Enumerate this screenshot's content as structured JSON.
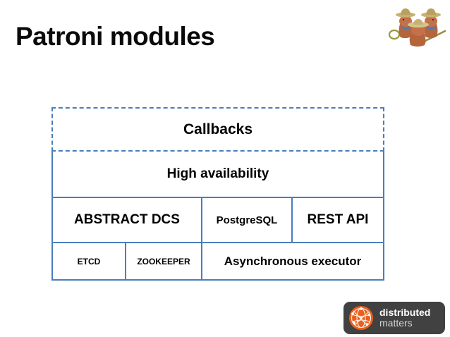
{
  "slide": {
    "title": "Patroni modules",
    "background_color": "#ffffff",
    "title_color": "#0a0a0a"
  },
  "diagram": {
    "border_color": "#4a7ebb",
    "rows": [
      {
        "id": "callbacks",
        "border_style": "dash-dot",
        "cells": [
          {
            "id": "callbacks",
            "label": "Callbacks"
          }
        ]
      },
      {
        "id": "high-availability",
        "border_style": "solid",
        "cells": [
          {
            "id": "high-availability",
            "label": "High availability"
          }
        ]
      },
      {
        "id": "components",
        "border_style": "solid",
        "cells": [
          {
            "id": "abstract-dcs",
            "label": "ABSTRACT DCS"
          },
          {
            "id": "postgresql",
            "label": "PostgreSQL"
          },
          {
            "id": "rest-api",
            "label": "REST API"
          }
        ]
      },
      {
        "id": "backends",
        "border_style": "solid",
        "cells": [
          {
            "id": "etcd",
            "label": "ETCD"
          },
          {
            "id": "zookeeper",
            "label": "ZOOKEEPER"
          },
          {
            "id": "async-executor",
            "label": "Asynchronous executor"
          }
        ]
      }
    ]
  },
  "logos": {
    "postgresql": {
      "name": "postgresql-elephants-logo",
      "colors": {
        "body": "#b4653c",
        "hat": "#c8b273",
        "scarf": "#4a7ebb",
        "rope": "#9a9a3c"
      }
    },
    "distributed_matters": {
      "line1": "distributed",
      "line2": "matters",
      "background_color": "#414141",
      "mark_color": "#e8601c"
    }
  }
}
